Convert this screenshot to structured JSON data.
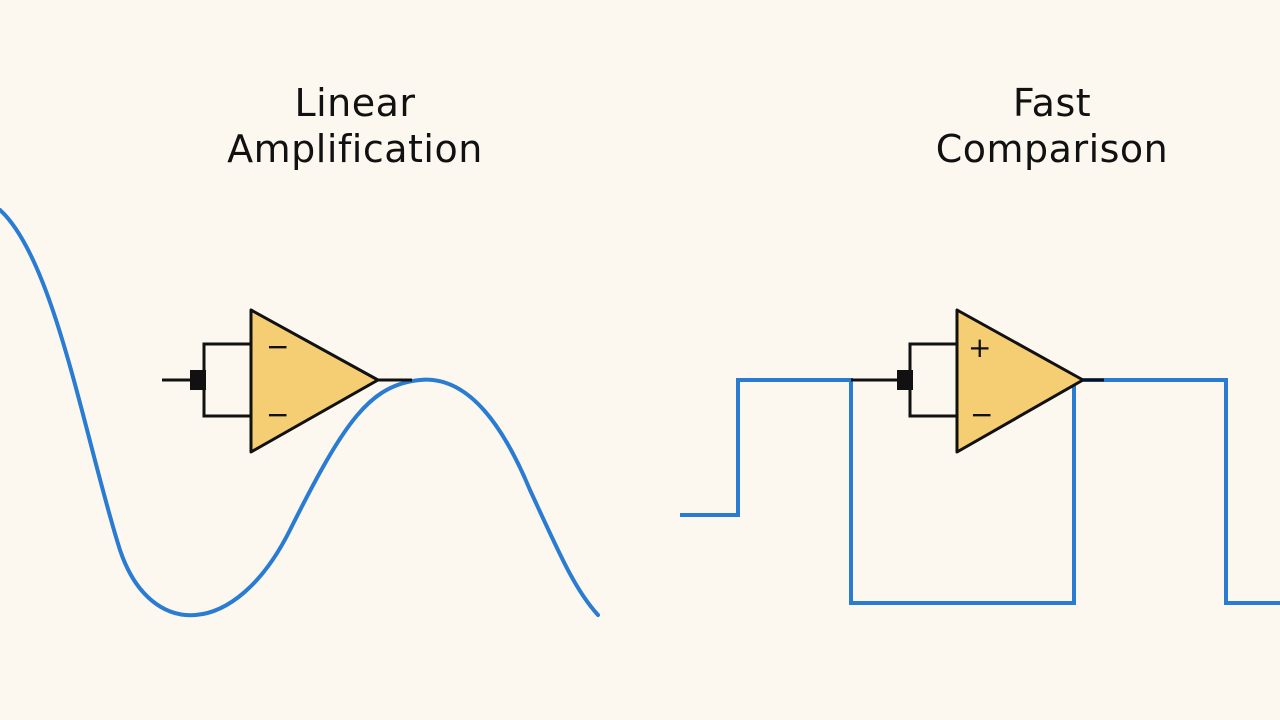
{
  "colors": {
    "background": "#fcf8ef",
    "waveform": "#2a7bd2",
    "opamp_fill": "#f5cd72",
    "ink": "#111111"
  },
  "left_panel": {
    "title_line1": "Linear",
    "title_line2": "Amplification",
    "opamp": {
      "top_input_symbol": "−",
      "bottom_input_symbol": "−"
    },
    "waveform": "sine"
  },
  "right_panel": {
    "title_line1": "Fast",
    "title_line2": "Comparison",
    "opamp": {
      "top_input_symbol": "+",
      "bottom_input_symbol": "−"
    },
    "waveform": "square"
  }
}
